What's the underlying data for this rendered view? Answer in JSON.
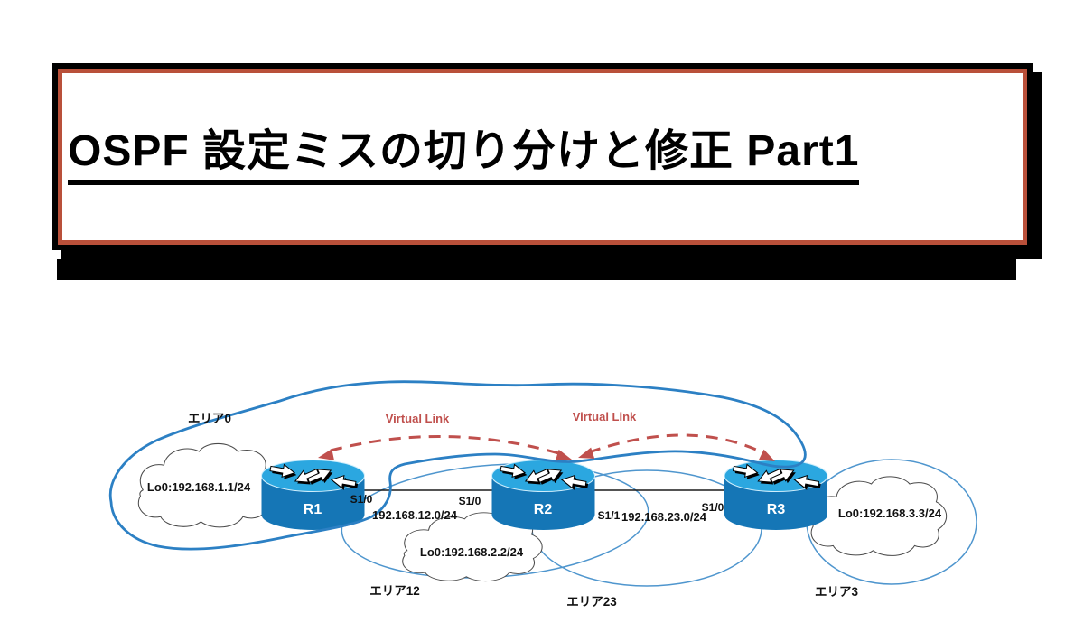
{
  "title": {
    "text": "OSPF 設定ミスの切り分けと修正 Part1"
  },
  "colors": {
    "title_border": "#b9503a",
    "shadow_bar": "#000000",
    "area_boundary": "#2c80c4",
    "area_ellipse": "#4f96ce",
    "router_top": "#2ba7e0",
    "router_body": "#1576b6",
    "virtual_link": "#c0504d"
  },
  "diagram": {
    "areas": [
      {
        "id": "area0",
        "label": "エリア0"
      },
      {
        "id": "area12",
        "label": "エリア12"
      },
      {
        "id": "area23",
        "label": "エリア23"
      },
      {
        "id": "area3",
        "label": "エリア3"
      }
    ],
    "clouds": [
      {
        "label": "Lo0:192.168.1.1/24"
      },
      {
        "label": "Lo0:192.168.2.2/24"
      },
      {
        "label": "Lo0:192.168.3.3/24"
      }
    ],
    "routers": [
      {
        "name": "R1"
      },
      {
        "name": "R2"
      },
      {
        "name": "R3"
      }
    ],
    "links": [
      {
        "from": "R1",
        "to": "R2",
        "left_if": "S1/0",
        "right_if": "S1/0",
        "network": "192.168.12.0/24"
      },
      {
        "from": "R2",
        "to": "R3",
        "left_if": "S1/1",
        "right_if": "S1/0",
        "network": "192.168.23.0/24"
      }
    ],
    "virtual_links": [
      {
        "from": "R2",
        "to": "R1",
        "label": "Virtual Link"
      },
      {
        "from": "R3",
        "to": "R2",
        "label": "Virtual Link"
      }
    ]
  }
}
